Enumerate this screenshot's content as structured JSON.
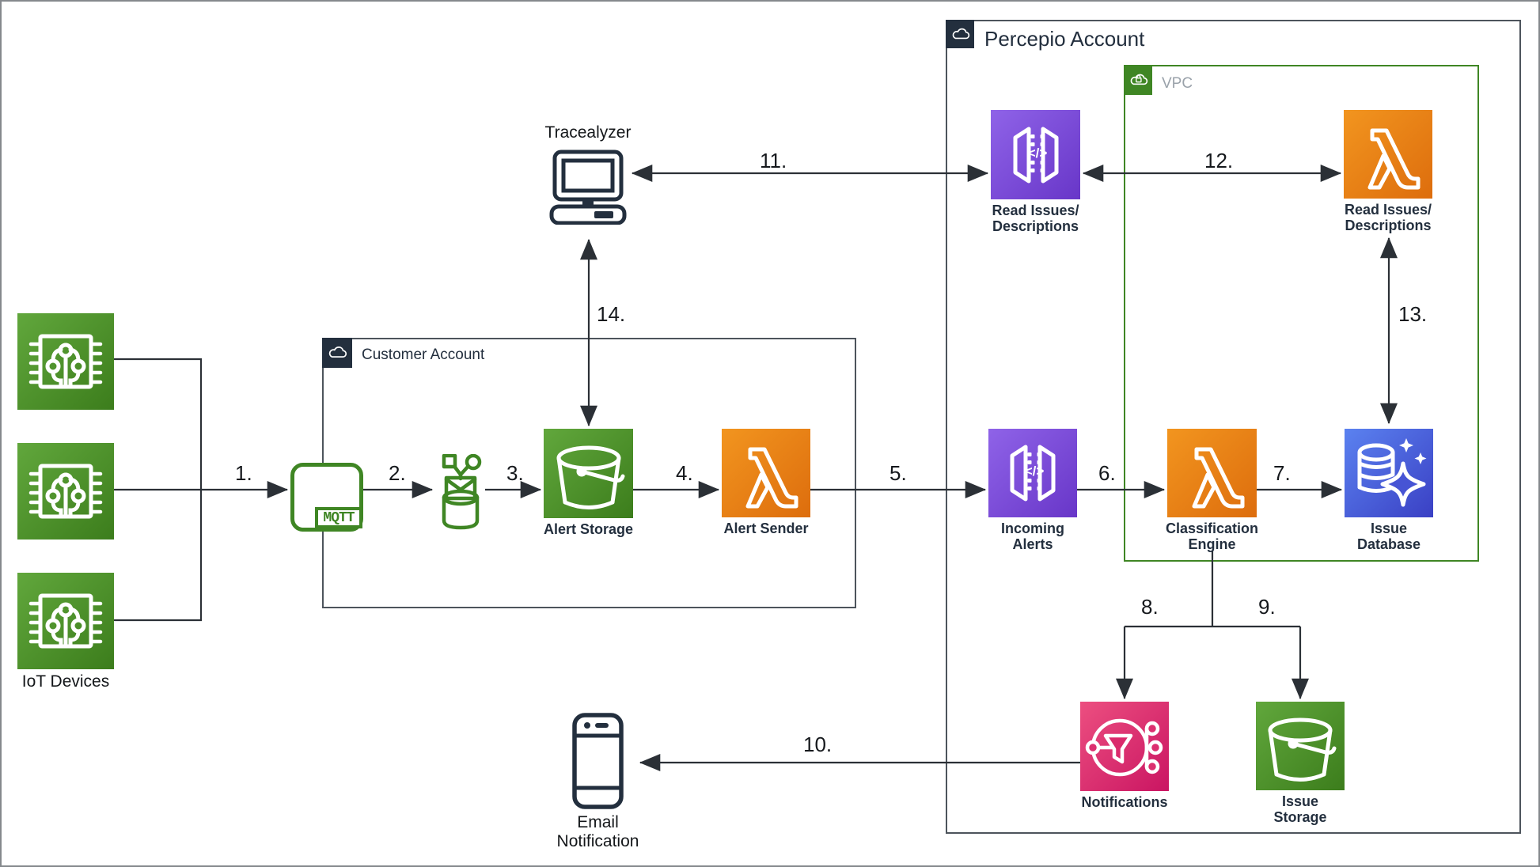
{
  "containers": {
    "customer_account": {
      "label": "Customer Account",
      "border_color": "#4d545c",
      "badge_color": "#232F3E"
    },
    "percepio_account": {
      "label": "Percepio Account",
      "border_color": "#4d545c",
      "badge_color": "#232F3E"
    },
    "vpc": {
      "label": "VPC",
      "border_color": "#3F8624",
      "badge_color": "#3F8624",
      "label_color": "#9aa2aa"
    }
  },
  "nodes": {
    "iot_devices": {
      "label": "IoT Devices",
      "icon": "iot-chip",
      "color": "#3c7d1c",
      "count": 3
    },
    "mqtt_endpoint": {
      "label": "MQTT",
      "icon": "mqtt-endpoint",
      "color": "#3F8624"
    },
    "iot_rule": {
      "icon": "iot-rule",
      "color": "#3F8624"
    },
    "alert_storage": {
      "label": "Alert Storage",
      "icon": "s3-bucket",
      "color": "#3c7d1c"
    },
    "alert_sender": {
      "label": "Alert Sender",
      "icon": "lambda",
      "color": "#dd6d0d"
    },
    "incoming_alerts": {
      "label": "Incoming\nAlerts",
      "icon": "api-gateway",
      "color": "#6836c8"
    },
    "classification_engine": {
      "label": "Classification\nEngine",
      "icon": "lambda",
      "color": "#dd6d0d"
    },
    "issue_database": {
      "label": "Issue\nDatabase",
      "icon": "database-sparkle",
      "color": "#3a40c4"
    },
    "read_issues_api": {
      "label": "Read Issues/\nDescriptions",
      "icon": "api-gateway",
      "color": "#6836c8"
    },
    "read_issues_fn": {
      "label": "Read Issues/\nDescriptions",
      "icon": "lambda",
      "color": "#dd6d0d"
    },
    "notifications": {
      "label": "Notifications",
      "icon": "sns-filter",
      "color": "#ca1562"
    },
    "issue_storage": {
      "label": "Issue\nStorage",
      "icon": "s3-bucket",
      "color": "#3c7d1c"
    },
    "tracealyzer": {
      "label": "Tracealyzer",
      "icon": "computer",
      "color": "#232F3E"
    },
    "email_notification": {
      "label": "Email\nNotification",
      "icon": "phone",
      "color": "#232F3E"
    }
  },
  "glyphs": {
    "api_code": "</>"
  },
  "steps": {
    "s1": "1.",
    "s2": "2.",
    "s3": "3.",
    "s4": "4.",
    "s5": "5.",
    "s6": "6.",
    "s7": "7.",
    "s8": "8.",
    "s9": "9.",
    "s10": "10.",
    "s11": "11.",
    "s12": "12.",
    "s13": "13.",
    "s14": "14."
  },
  "colors": {
    "aws_green": "#3F8624",
    "aws_orange": "#dd6d0d",
    "aws_purple": "#6836c8",
    "aws_blue": "#3a40c4",
    "aws_pink": "#ca1562",
    "squid_ink": "#232F3E",
    "arrow": "#2b3036",
    "background": "#ffffff"
  }
}
